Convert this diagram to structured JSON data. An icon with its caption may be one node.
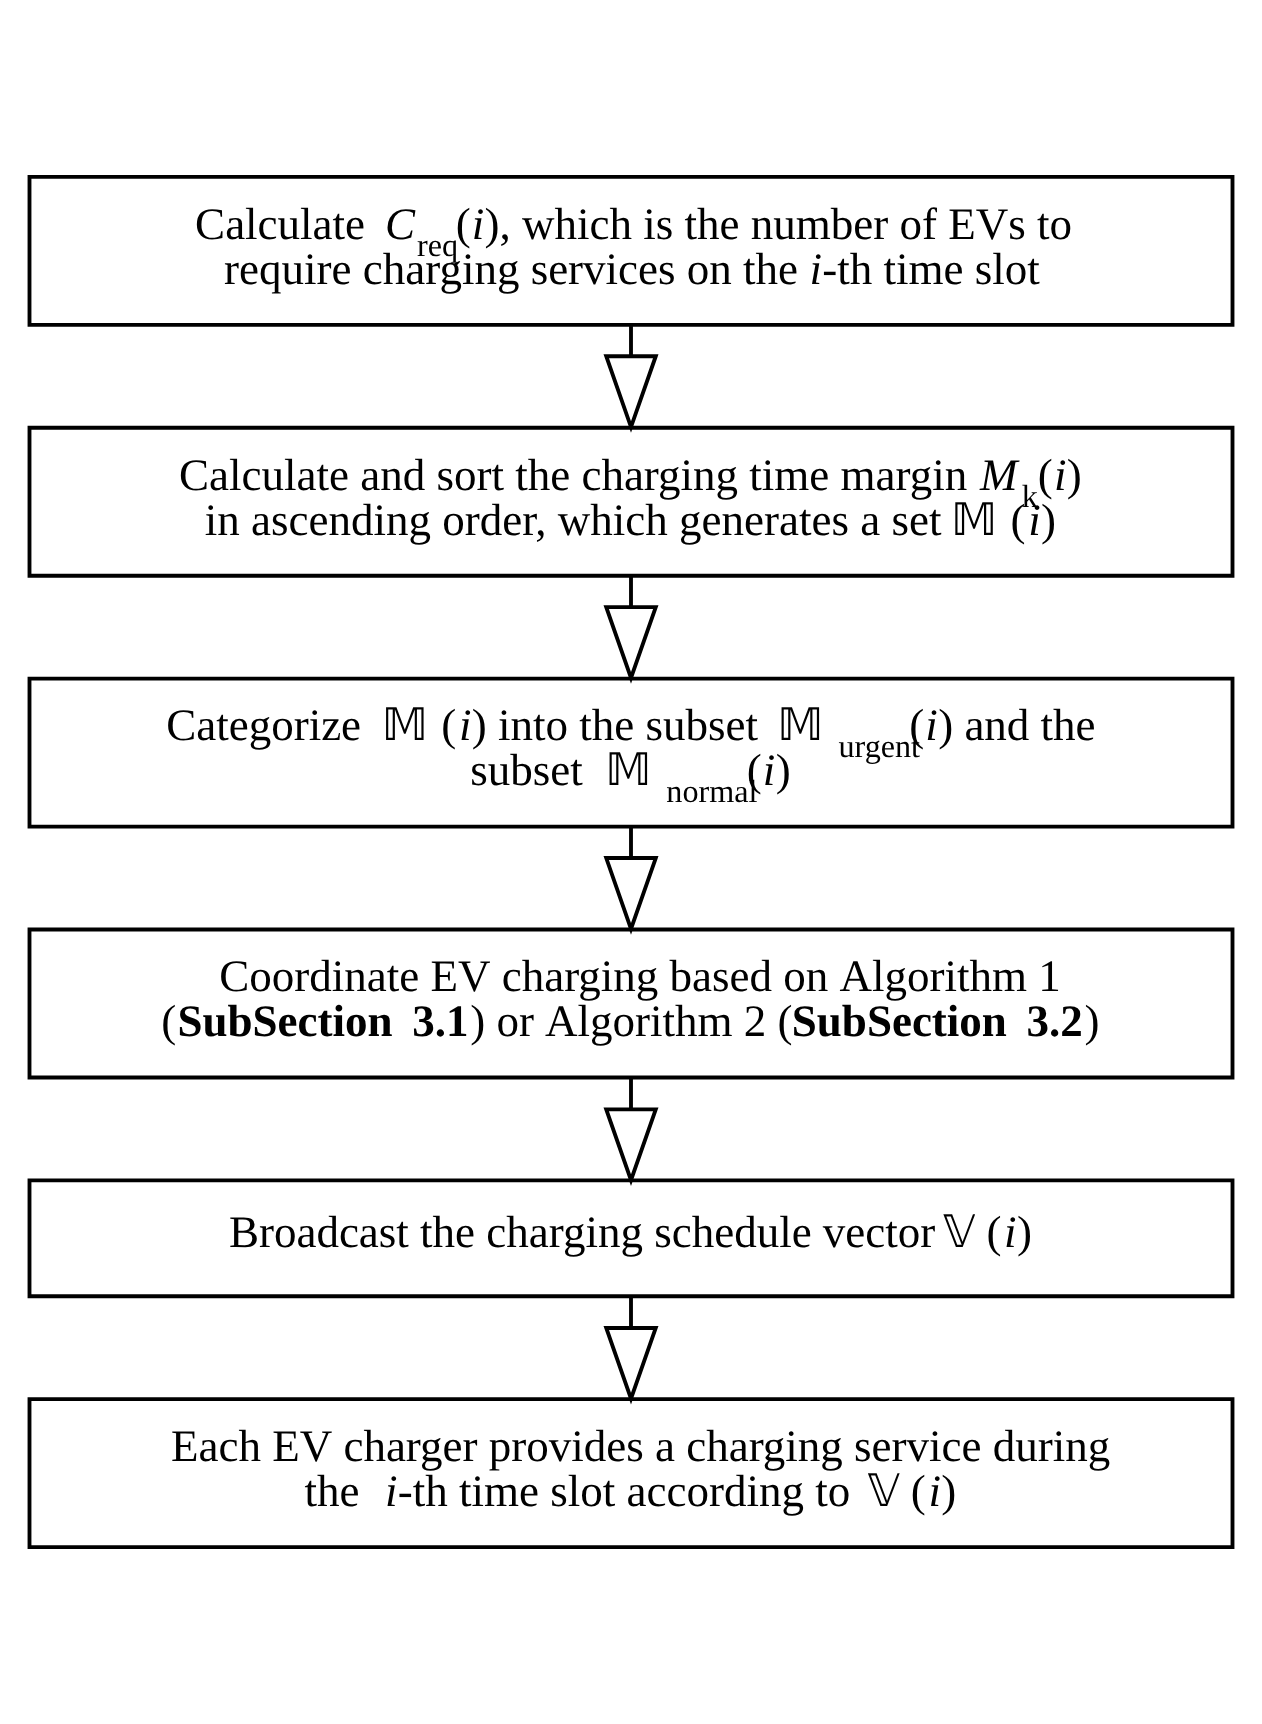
{
  "diagram": {
    "nodes": [
      {
        "text": [
          "Calculate *C*$_{req}$(*i*), which is the number of EVs to require charging services on the *i*-th time slot"
        ]
      },
      {
        "text": [
          "Calculate and sort the charging time margin *M*$_{k}$(*i*) in ascending order, which generates a set 𝕄(*i*)"
        ]
      },
      {
        "text": [
          "Categorize 𝕄(*i*) into the subset 𝕄$_{urgent}$(*i*) and the subset 𝕄$_{normal}$(*i*)"
        ]
      },
      {
        "text": [
          "Coordinate EV charging based on Algorithm 1 (**SubSection 3.1**) or Algorithm 2 (**SubSection 3.2**)"
        ]
      },
      {
        "text": [
          "Broadcast the charging schedule vector 𝕍(*i*)"
        ]
      },
      {
        "text": [
          "Each EV charger provides a charging service during the *i*-th time slot according to 𝕍(*i*)"
        ]
      }
    ],
    "edges": [
      {
        "from": 0,
        "to": 1,
        "arrow": "to"
      },
      {
        "from": 1,
        "to": 2,
        "arrow": "to"
      },
      {
        "from": 2,
        "to": 3,
        "arrow": "to"
      },
      {
        "from": 3,
        "to": 4,
        "arrow": "to"
      },
      {
        "from": 4,
        "to": 5,
        "arrow": "to"
      }
    ]
  }
}
